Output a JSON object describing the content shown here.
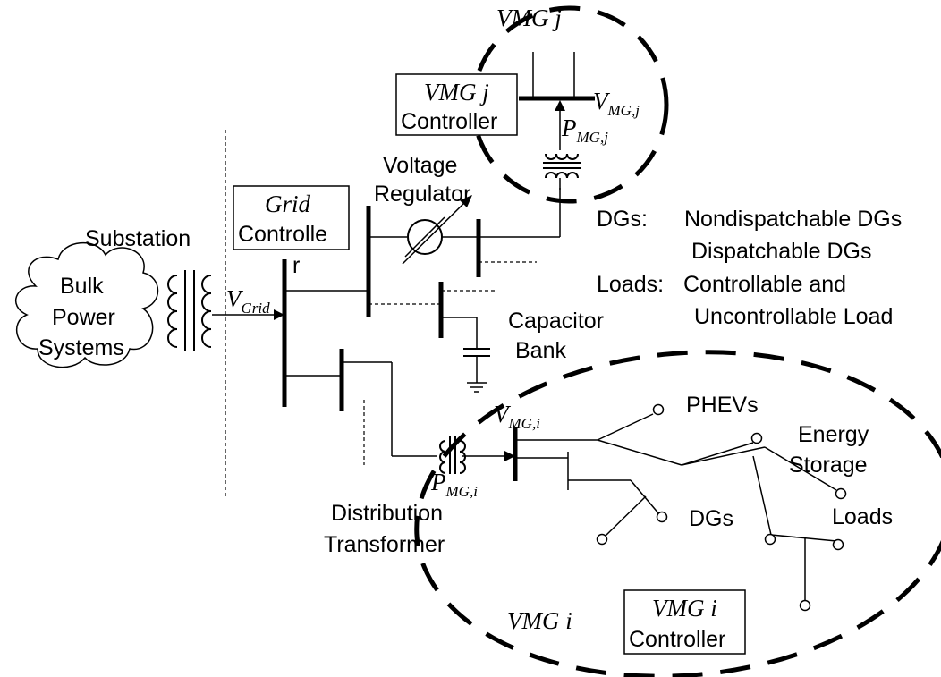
{
  "labels": {
    "vmg_j_title": "VMG j",
    "vmg_j_ctrl_name": "VMG j",
    "vmg_j_ctrl_word": "Controller",
    "v_mg_j_main": "V",
    "v_mg_j_sub": "MG,j",
    "p_mg_j_main": "P",
    "p_mg_j_sub": "MG,j",
    "voltage_regulator_line1": "Voltage",
    "voltage_regulator_line2": "Regulator",
    "grid_ctrl_name": "Grid",
    "grid_ctrl_word": "Controlle",
    "grid_ctrl_r": "r",
    "substation": "Substation",
    "bulk_line1": "Bulk",
    "bulk_line2": "Power",
    "bulk_line3": "Systems",
    "v_grid_main": "V",
    "v_grid_sub": "Grid",
    "legend_dgs_label": "DGs:",
    "legend_dgs_1": "Nondispatchable DGs",
    "legend_dgs_2": "Dispatchable DGs",
    "legend_loads_label": "Loads:",
    "legend_loads_1": "Controllable and",
    "legend_loads_2": "Uncontrollable Load",
    "capacitor_line1": "Capacitor",
    "capacitor_line2": "Bank",
    "v_mg_i_main": "V",
    "v_mg_i_sub": "MG,i",
    "p_mg_i_main": "P",
    "p_mg_i_sub": "MG,i",
    "phevs": "PHEVs",
    "energy_line1": "Energy",
    "energy_line2": "Storage",
    "dgs": "DGs",
    "loads": "Loads",
    "distribution_line1": "Distribution",
    "distribution_line2": "Transformer",
    "vmg_i_title": "VMG i",
    "vmg_i_ctrl_name": "VMG i",
    "vmg_i_ctrl_word": "Controller"
  }
}
